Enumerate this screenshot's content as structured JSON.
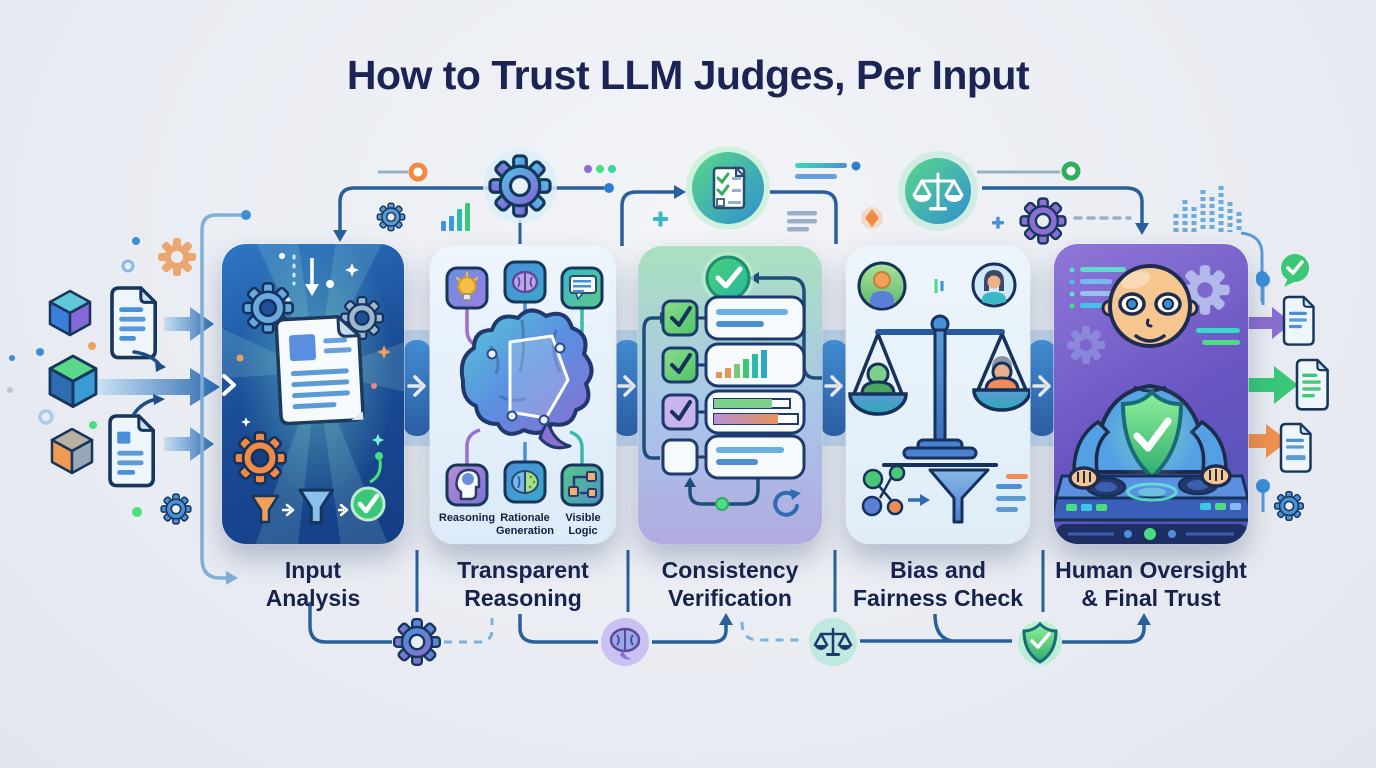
{
  "title": "How to Trust LLM Judges, Per Input",
  "palette": {
    "background": "#e9ecf2",
    "title_text": "#1b2454",
    "label_text": "#17224d",
    "flow_line_dark": "#2a6099",
    "flow_line_light": "#7fb0d8",
    "panel1_blue": "#1b4d97",
    "panel3_green": "#abe0c0",
    "panel3_purple": "#b2aae1",
    "panel5_purple": "#6a55c2",
    "success_green": "#2fae5e",
    "accent_orange": "#f08a45",
    "accent_purple": "#8a6fd0",
    "arrow_blue": "#2f6db3"
  },
  "stages": [
    {
      "name": "input-analysis",
      "label_line1": "Input",
      "label_line2": "Analysis",
      "panel_icons": [
        "down-arrow-icon",
        "gear-icon",
        "gear-icon",
        "gear-icon",
        "document-icon",
        "funnel-icon",
        "funnel-icon",
        "check-circle-icon",
        "sparkle-icon"
      ]
    },
    {
      "name": "transparent-reasoning",
      "label_line1": "Transparent",
      "label_line2": "Reasoning",
      "top_tiles": [
        "lightbulb-icon",
        "brain-icon",
        "chat-lines-icon"
      ],
      "center_icon": "brain-icon",
      "sub_items": [
        {
          "icon": "head-profile-icon",
          "label": "Reasoning"
        },
        {
          "icon": "split-brain-icon",
          "label": "Rationale Generation"
        },
        {
          "icon": "logic-nodes-icon",
          "label": "Visible Logic"
        }
      ]
    },
    {
      "name": "consistency-verification",
      "label_line1": "Consistency",
      "label_line2": "Verification",
      "top_icon": "check-circle-icon",
      "checklist_rows": [
        {
          "checked": true,
          "content": "text-lines"
        },
        {
          "checked": true,
          "content": "bar-chart"
        },
        {
          "checked": true,
          "content": "progress-bars"
        },
        {
          "checked": false,
          "content": "text-lines"
        }
      ],
      "loop_icon": "refresh-icon"
    },
    {
      "name": "bias-fairness-check",
      "label_line1": "Bias and",
      "label_line2": "Fairness Check",
      "panel_icons": [
        "avatar-icon",
        "avatar-icon",
        "balance-scale-icon",
        "scatter-dots-icon",
        "funnel-icon",
        "text-lines-icon"
      ]
    },
    {
      "name": "human-oversight-final-trust",
      "label_line1": "Human Oversight",
      "label_line2": "& Final Trust",
      "panel_icons": [
        "code-lines-icon",
        "gear-icon",
        "human-figure-icon",
        "shield-check-icon",
        "control-console-icon"
      ]
    }
  ],
  "left_margin_icons": [
    "cube-icon",
    "cube-icon",
    "cube-icon",
    "document-icon",
    "document-icon",
    "right-arrow-icon",
    "right-arrow-icon",
    "right-arrow-icon",
    "gear-icon"
  ],
  "right_margin_icons": [
    "check-circle-icon",
    "right-arrow-icon",
    "document-icon",
    "right-arrow-icon",
    "document-icon",
    "right-arrow-icon",
    "document-icon",
    "gear-icon"
  ],
  "top_flow_icons": [
    "gear-icon",
    "bar-chart-icon",
    "gear-icon",
    "checklist-doc-icon",
    "balance-scale-icon",
    "gear-icon",
    "pixel-grid-icon",
    "check-circle-icon"
  ],
  "bottom_flow_icons": [
    "gear-icon",
    "brain-icon",
    "balance-scale-icon",
    "shield-check-icon"
  ]
}
